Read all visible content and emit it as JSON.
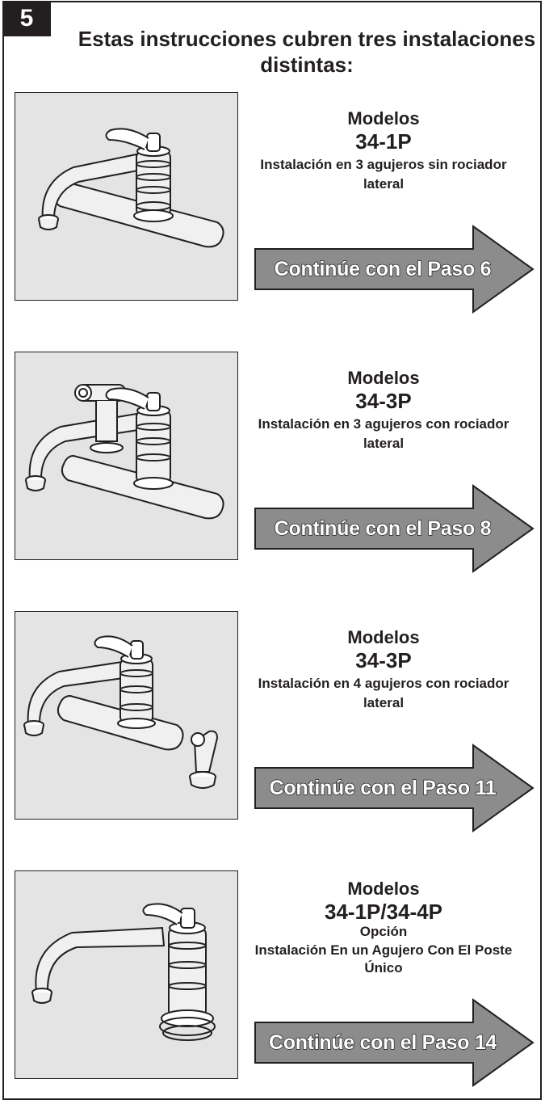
{
  "step_number": "5",
  "header": "Estas instrucciones cubren tres instalaciones distintas:",
  "options": [
    {
      "models_label": "Modelos",
      "model_number": "34-1P",
      "extra": "",
      "description": "Instalación en 3 agujeros sin rociador lateral",
      "action": "Continúe con el Paso 6"
    },
    {
      "models_label": "Modelos",
      "model_number": "34-3P",
      "extra": "",
      "description": "Instalación en 3 agujeros con rociador lateral",
      "action": "Continúe con el Paso 8"
    },
    {
      "models_label": "Modelos",
      "model_number": "34-3P",
      "extra": "",
      "description": "Instalación en 4 agujeros con rociador lateral",
      "action": "Continúe con el Paso 11"
    },
    {
      "models_label": "Modelos",
      "model_number": "34-1P/34-4P",
      "extra": "Opción",
      "description": "Instalación En un Agujero Con El Poste Único",
      "action": "Continúe con el Paso 14"
    }
  ],
  "colors": {
    "ink": "#231f20",
    "panel": "#e4e4e4",
    "arrow_fill": "#8c8c8c"
  }
}
